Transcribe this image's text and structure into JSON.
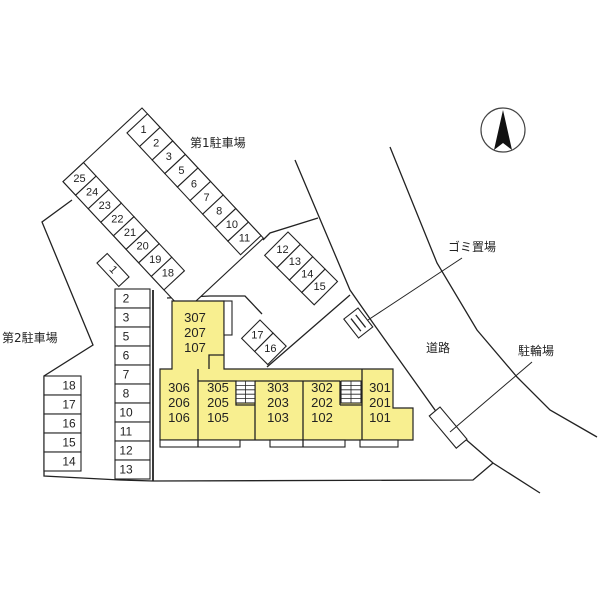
{
  "labels": {
    "parking1": "第1駐車場",
    "parking2": "第2駐車場",
    "garbage": "ゴミ置場",
    "road": "道路",
    "bicycle": "駐輪場"
  },
  "compass": {
    "icon": "north-arrow-icon"
  },
  "parking1": {
    "row_a": [
      "1",
      "2",
      "3",
      "5",
      "6",
      "7",
      "8",
      "10",
      "11"
    ],
    "row_b": [
      "25",
      "24",
      "23",
      "22",
      "21",
      "20",
      "19",
      "18"
    ],
    "single": "1",
    "row_c": [
      "12",
      "13",
      "14",
      "15"
    ],
    "row_d": [
      "17",
      "16"
    ]
  },
  "parking2": {
    "column": [
      "2",
      "3",
      "5",
      "6",
      "7",
      "8",
      "10",
      "11",
      "12",
      "13"
    ],
    "left": [
      "18",
      "17",
      "16",
      "15",
      "14"
    ]
  },
  "building": {
    "fill_color": "#f8ef90",
    "units": [
      {
        "floor3": "307",
        "floor2": "207",
        "floor1": "107"
      },
      {
        "floor3": "306",
        "floor2": "206",
        "floor1": "106"
      },
      {
        "floor3": "305",
        "floor2": "205",
        "floor1": "105"
      },
      {
        "floor3": "303",
        "floor2": "203",
        "floor1": "103"
      },
      {
        "floor3": "302",
        "floor2": "202",
        "floor1": "102"
      },
      {
        "floor3": "301",
        "floor2": "201",
        "floor1": "101"
      }
    ]
  }
}
